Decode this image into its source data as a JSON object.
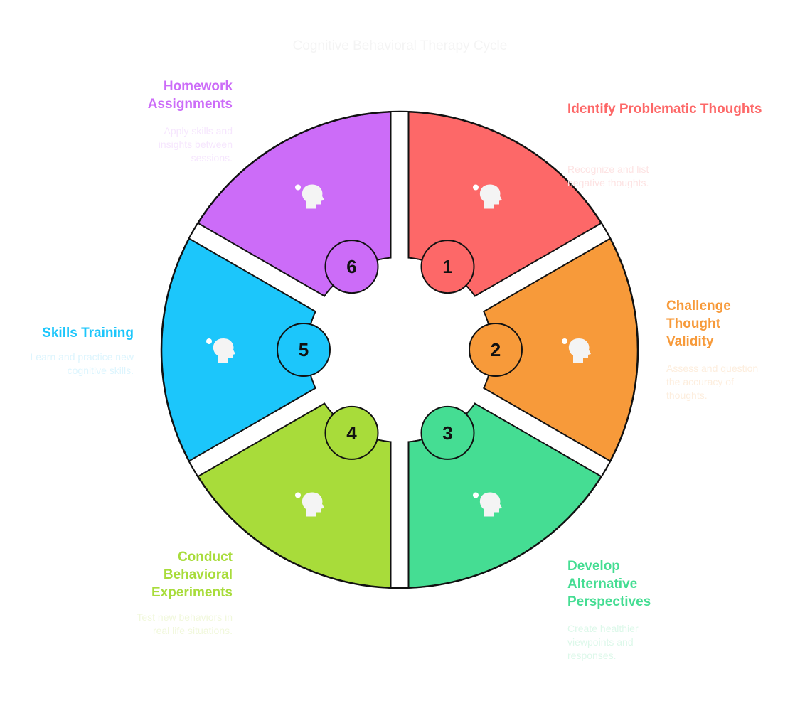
{
  "title": "Cognitive Behavioral Therapy Cycle",
  "steps": [
    {
      "number": "1",
      "title": "Identify Problematic Thoughts",
      "description": "Recognize and list negative thoughts.",
      "color": "#fd6868",
      "desc_color": "#fde3e3",
      "icon": "stressed-person-icon"
    },
    {
      "number": "2",
      "title": "Challenge Thought Validity",
      "description": "Assess and question the accuracy of thoughts.",
      "color": "#f79a3a",
      "desc_color": "#fdeede",
      "icon": "checklist-head-icon"
    },
    {
      "number": "3",
      "title": "Develop Alternative Perspectives",
      "description": "Create healthier viewpoints and responses.",
      "color": "#45dd93",
      "desc_color": "#ddf8ea",
      "icon": "two-heads-icon"
    },
    {
      "number": "4",
      "title": "Conduct Behavioral Experiments",
      "description": "Test new behaviors in real life situations.",
      "color": "#a8dc3a",
      "desc_color": "#f1f8dc",
      "icon": "person-strategy-icon"
    },
    {
      "number": "5",
      "title": "Skills Training",
      "description": "Learn and practice new cognitive skills.",
      "color": "#1cc6fb",
      "desc_color": "#ddf5fe",
      "icon": "brain-nodes-head-icon"
    },
    {
      "number": "6",
      "title": "Homework Assignments",
      "description": "Apply skills and insights between sessions.",
      "color": "#cc6cf8",
      "desc_color": "#f6e6fe",
      "icon": "calendar-person-icon"
    }
  ]
}
